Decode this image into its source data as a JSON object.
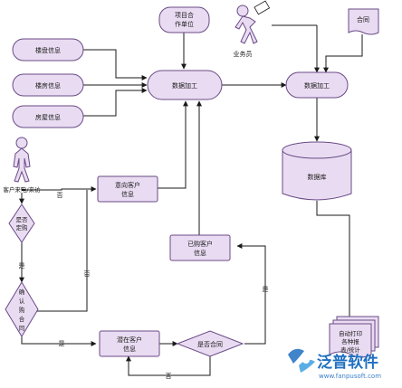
{
  "nodes": {
    "proj_contract_info": {
      "line1": "项目合",
      "line2": "作单位"
    },
    "salesperson": "业务员",
    "contract": "合同",
    "building_info": "楼盘信息",
    "house_source_info": "楼房信息",
    "room_info": "房屋信息",
    "data_process_1": "数据加工",
    "data_process_2": "数据加工",
    "client_visit": "客户来电/来访",
    "is_signed": {
      "line1": "是否",
      "line2": "定购"
    },
    "intention_client": {
      "line1": "意向客户",
      "line2": "信息"
    },
    "confirm_signed": {
      "line1": "确",
      "line2": "认",
      "line3": "购",
      "line4": "合",
      "line5": "同"
    },
    "signed_client": {
      "line1": "已购客户",
      "line2": "信息"
    },
    "database": "数据库",
    "potential_client": {
      "line1": "潜在客户",
      "line2": "信息"
    },
    "is_contract": "是否合同",
    "report": {
      "line1": "自动打印",
      "line2": "各种报",
      "line3": "表/统计"
    }
  },
  "edge_labels": {
    "no_1": "否",
    "yes_1": "是",
    "no_2": "否",
    "yes_2": "是",
    "yes_3": "是",
    "no_3": "否"
  },
  "watermark": {
    "brand": "泛普软件",
    "url": "www.fanpusoft.com"
  },
  "colors": {
    "shape_fill": "#e9dcf2",
    "shape_stroke": "#6a4a86",
    "line": "#1a1a1a",
    "watermark": "#1f6fc1"
  }
}
